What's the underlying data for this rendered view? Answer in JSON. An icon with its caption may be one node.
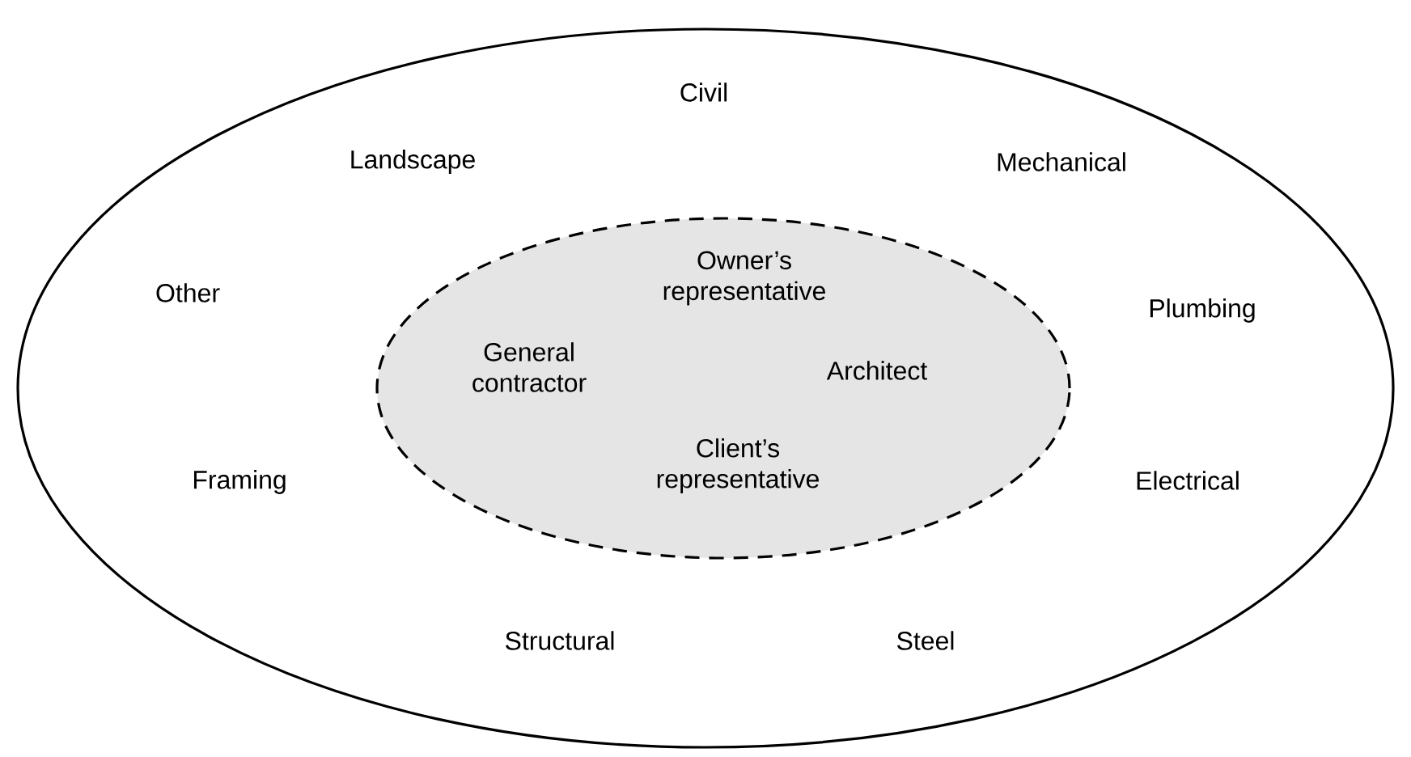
{
  "diagram": {
    "nodes": [
      {
        "text": [
          "Civil",
          "Landscape",
          "Mechanical",
          "Other",
          "Plumbing",
          "Framing",
          "Electrical",
          "Structural",
          "Steel"
        ]
      },
      {
        "text": [
          "Owner’s representative",
          "General contractor",
          "Architect",
          "Client’s representative"
        ],
        "in": 0
      }
    ]
  }
}
